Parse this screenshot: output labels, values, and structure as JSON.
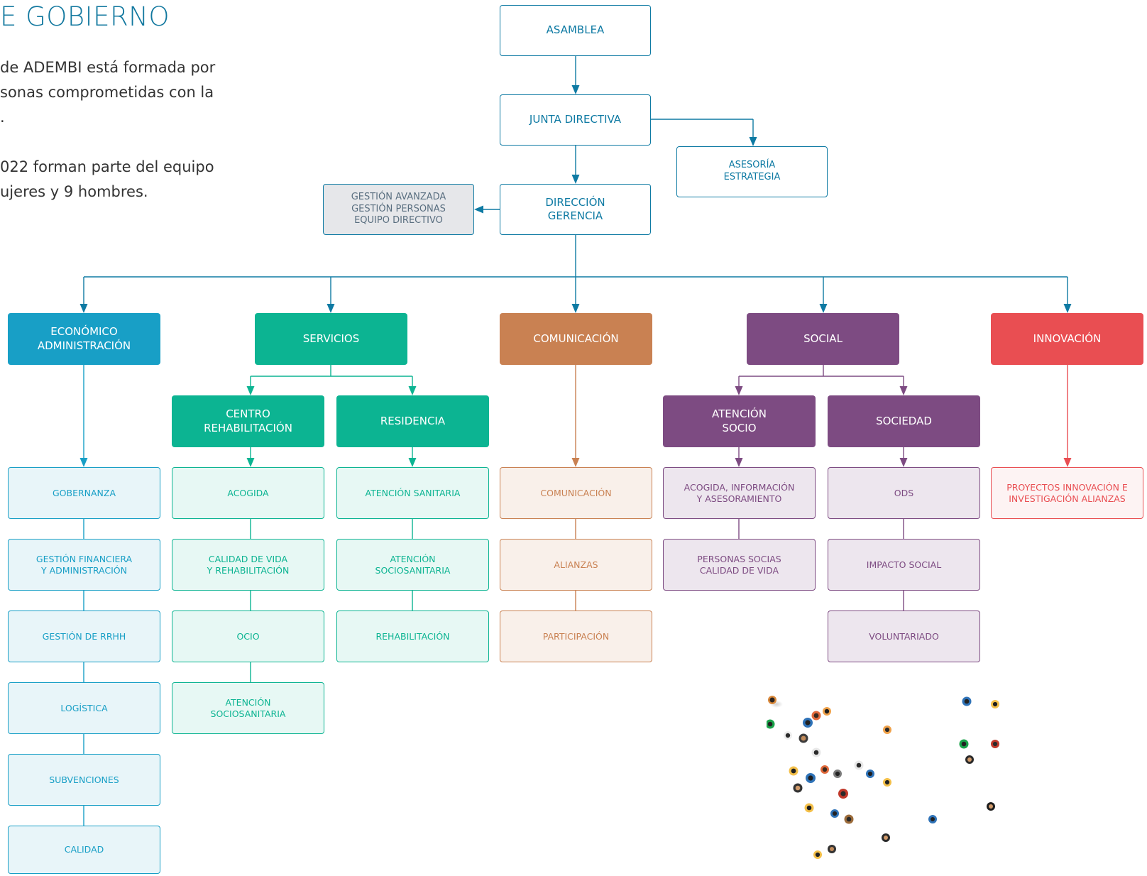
{
  "header": {
    "title": "E GOBIERNO",
    "paragraph1": [
      "de ADEMBI está formada por",
      "sonas comprometidas con la",
      "."
    ],
    "paragraph2": [
      "022 forman parte del equipo",
      "ujeres y 9 hombres."
    ]
  },
  "colors": {
    "governance": "#0e7aa3",
    "economico": "#189fc6",
    "servicios": "#0cb492",
    "comunicacion": "#c98152",
    "social": "#7d4b82",
    "innovacion": "#e94e52",
    "advisory_fill": "#e6e7ea",
    "advisory_text": "#5a6f80"
  },
  "org": {
    "asamblea": "ASAMBLEA",
    "junta": "JUNTA DIRECTIVA",
    "asesoria": "ASESORÍA\nESTRATEGIA",
    "direccion": "DIRECCIÓN\nGERENCIA",
    "gestion_avanzada": "GESTIÓN AVANZADA\nGESTIÓN PERSONAS\nEQUIPO DIRECTIVO",
    "economico": {
      "label": "ECONÓMICO\nADMINISTRACIÓN",
      "items": [
        "GOBERNANZA",
        "GESTIÓN FINANCIERA\nY ADMINISTRACIÓN",
        "GESTIÓN DE RRHH",
        "LOGÍSTICA",
        "SUBVENCIONES",
        "CALIDAD"
      ]
    },
    "servicios": {
      "label": "SERVICIOS",
      "centro": {
        "label": "CENTRO\nREHABILITACIÓN",
        "items": [
          "ACOGIDA",
          "CALIDAD DE VIDA\nY REHABILITACIÓN",
          "OCIO",
          "ATENCIÓN\nSOCIOSANITARIA"
        ]
      },
      "residencia": {
        "label": "RESIDENCIA",
        "items": [
          "ATENCIÓN SANITARIA",
          "ATENCIÓN\nSOCIOSANITARIA",
          "REHABILITACIÓN"
        ]
      }
    },
    "comunicacion": {
      "label": "COMUNICACIÓN",
      "items": [
        "COMUNICACIÓN",
        "ALIANZAS",
        "PARTICIPACIÓN"
      ]
    },
    "social": {
      "label": "SOCIAL",
      "atencion": {
        "label": "ATENCIÓN\nSOCIO",
        "items": [
          "ACOGIDA, INFORMACIÓN\nY ASESORAMIENTO",
          "PERSONAS SOCIAS\nCALIDAD DE VIDA"
        ]
      },
      "sociedad": {
        "label": "SOCIEDAD",
        "items": [
          "ODS",
          "IMPACTO SOCIAL",
          "VOLUNTARIADO"
        ]
      }
    },
    "innovacion": {
      "label": "INNOVACIÓN",
      "items": [
        "PROYECTOS INNOVACIÓN E\nINVESTIGACIÓN ALIANZAS"
      ]
    }
  }
}
